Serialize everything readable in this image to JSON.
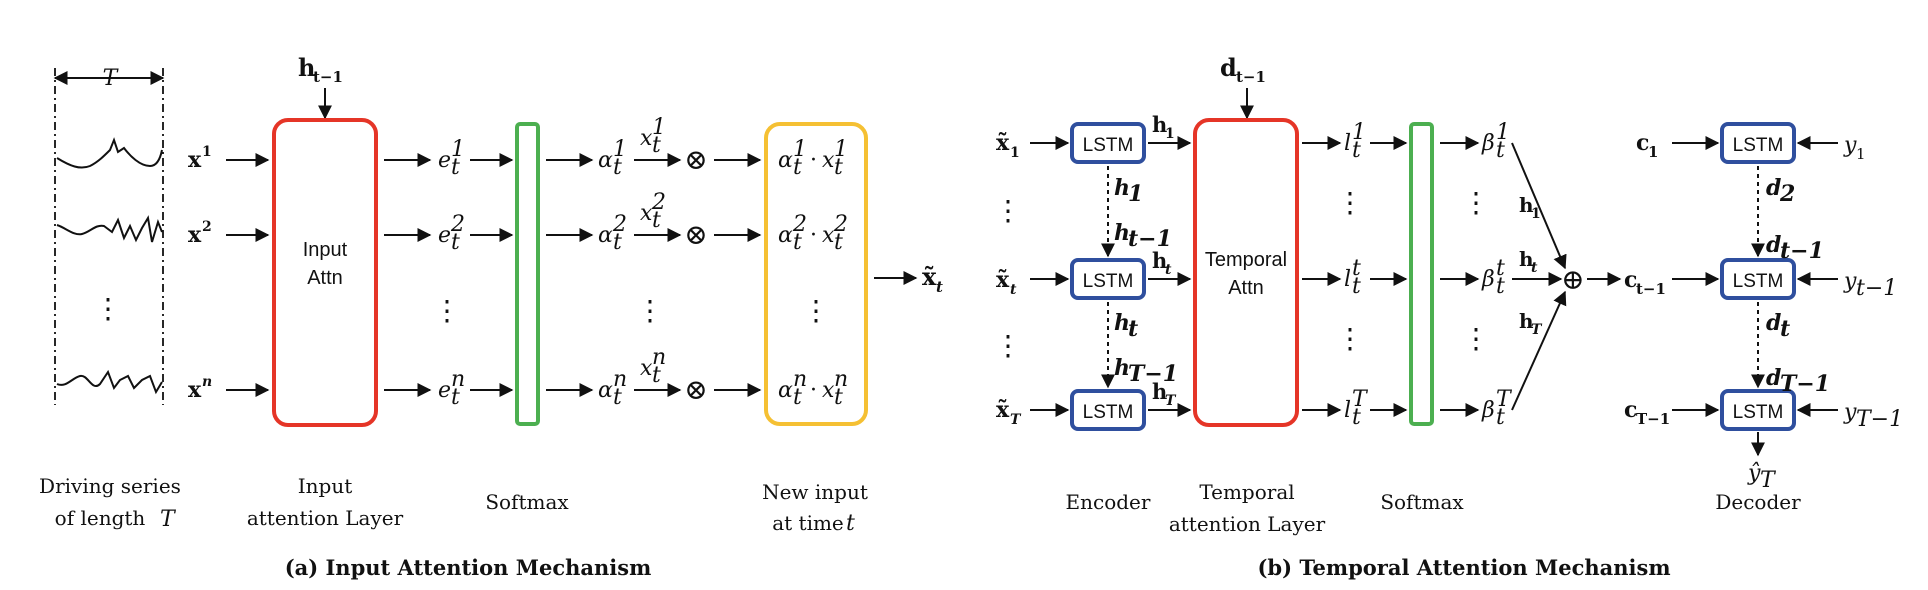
{
  "colors": {
    "red": "#e53527",
    "green": "#4caf50",
    "yellow": "#f5c033",
    "blue": "#2f4f9e"
  },
  "panel_a": {
    "caption": "(a) Input Attention Mechanism",
    "span_label": "T",
    "hidden_in": "h",
    "hidden_in_sub": "t−1",
    "inputs": [
      {
        "base": "x",
        "sup": "1"
      },
      {
        "base": "x",
        "sup": "2"
      },
      {
        "base": "x",
        "sup": "n"
      }
    ],
    "attn_box": {
      "line1": "Input",
      "line2": "Attn"
    },
    "energies": [
      {
        "base": "e",
        "sub": "t",
        "sup": "1"
      },
      {
        "base": "e",
        "sub": "t",
        "sup": "2"
      },
      {
        "base": "e",
        "sub": "t",
        "sup": "n"
      }
    ],
    "alphas": [
      {
        "base": "α",
        "sub": "t",
        "sup": "1"
      },
      {
        "base": "α",
        "sub": "t",
        "sup": "2"
      },
      {
        "base": "α",
        "sub": "t",
        "sup": "n"
      }
    ],
    "xs": [
      {
        "base": "x",
        "sub": "t",
        "sup": "1"
      },
      {
        "base": "x",
        "sub": "t",
        "sup": "2"
      },
      {
        "base": "x",
        "sub": "t",
        "sup": "n"
      }
    ],
    "otimes": "⊗",
    "dot": "·",
    "output": {
      "base": "x̃",
      "sub": "t"
    },
    "vdots": "⋮",
    "labels": {
      "series_l1": "Driving series",
      "series_l2": "of length",
      "series_l2_var": "T",
      "layer_l1": "Input",
      "layer_l2": "attention Layer",
      "softmax": "Softmax",
      "new_l1": "New input",
      "new_l2": "at time",
      "new_l2_var": "t"
    }
  },
  "panel_b": {
    "caption": "(b) Temporal Attention Mechanism",
    "d_in": "d",
    "d_in_sub": "t−1",
    "enc_inputs": [
      {
        "base": "x̃",
        "sub": "1"
      },
      {
        "base": "x̃",
        "sub": "t"
      },
      {
        "base": "x̃",
        "sub": "T"
      }
    ],
    "lstm": "LSTM",
    "enc_hidden": [
      {
        "base": "h",
        "sub": "1"
      },
      {
        "base": "h",
        "sub": "t"
      },
      {
        "base": "h",
        "sub": "T"
      }
    ],
    "enc_between": [
      {
        "base": "h",
        "sub": "1"
      },
      {
        "base": "h",
        "sub": "t−1"
      },
      {
        "base": "h",
        "sub": "t"
      },
      {
        "base": "h",
        "sub": "T−1"
      }
    ],
    "attn_box": {
      "line1": "Temporal",
      "line2": "Attn"
    },
    "ls": [
      {
        "base": "l",
        "sub": "t",
        "sup": "1"
      },
      {
        "base": "l",
        "sub": "t",
        "sup": "t"
      },
      {
        "base": "l",
        "sub": "t",
        "sup": "T"
      }
    ],
    "betas": [
      {
        "base": "β",
        "sub": "t",
        "sup": "1"
      },
      {
        "base": "β",
        "sub": "t",
        "sup": "t"
      },
      {
        "base": "β",
        "sub": "t",
        "sup": "T"
      }
    ],
    "merge_h": [
      {
        "base": "h",
        "sub": "1"
      },
      {
        "base": "h",
        "sub": "t"
      },
      {
        "base": "h",
        "sub": "T"
      }
    ],
    "oplus": "⊕",
    "context_out": {
      "base": "c",
      "sub": "t−1"
    },
    "dec_context": [
      {
        "base": "c",
        "sub": "1"
      },
      {
        "base": "c",
        "sub": "T−1"
      }
    ],
    "dec_y": [
      {
        "base": "y",
        "sub": "1"
      },
      {
        "base": "y",
        "sub": "t−1"
      },
      {
        "base": "y",
        "sub": "T−1"
      }
    ],
    "dec_between": [
      {
        "base": "d",
        "sub": "2"
      },
      {
        "base": "d",
        "sub": "t−1"
      },
      {
        "base": "d",
        "sub": "t"
      },
      {
        "base": "d",
        "sub": "T−1"
      }
    ],
    "yhat": {
      "base": "ŷ",
      "sub": "T"
    },
    "vdots": "⋮",
    "labels": {
      "encoder": "Encoder",
      "layer_l1": "Temporal",
      "layer_l2": "attention Layer",
      "softmax": "Softmax",
      "decoder": "Decoder"
    }
  }
}
